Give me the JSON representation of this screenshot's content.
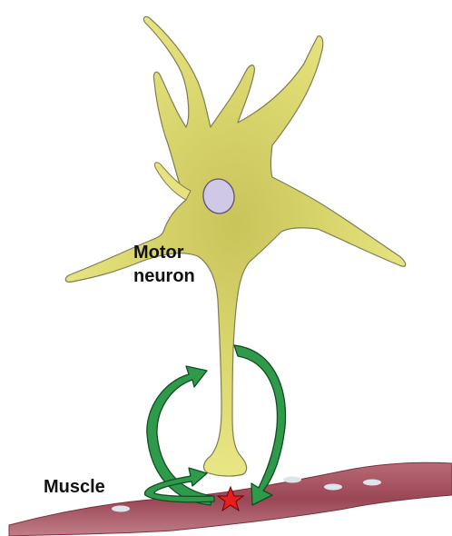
{
  "labels": {
    "motor_neuron_line1": "Motor",
    "motor_neuron_line2": "neuron",
    "muscle": "Muscle"
  },
  "colors": {
    "neuron_fill": "#e6e27e",
    "neuron_stroke": "#7f7e52",
    "neuron_shade": "#cfcb62",
    "nucleus_fill": "#cfc8e6",
    "nucleus_stroke": "#5b5474",
    "muscle_fill": "#9c4a58",
    "muscle_edge": "#7a2f3a",
    "muscle_spot": "#dfe3ec",
    "arrow_fill": "#2f9a4a",
    "arrow_stroke": "#0f4d22",
    "star_fill": "#e81e1e",
    "star_stroke": "#6e0000"
  },
  "icons": {
    "signal_marker": "red-star-icon"
  }
}
